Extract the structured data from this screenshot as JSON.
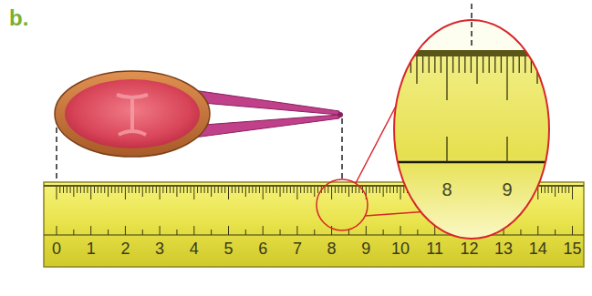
{
  "diagram": {
    "labels": [
      "b.",
      "0",
      "1",
      "2",
      "3",
      "4",
      "5",
      "6",
      "7",
      "8",
      "9",
      "10",
      "11",
      "12",
      "13",
      "14",
      "15",
      "8",
      "9"
    ]
  }
}
